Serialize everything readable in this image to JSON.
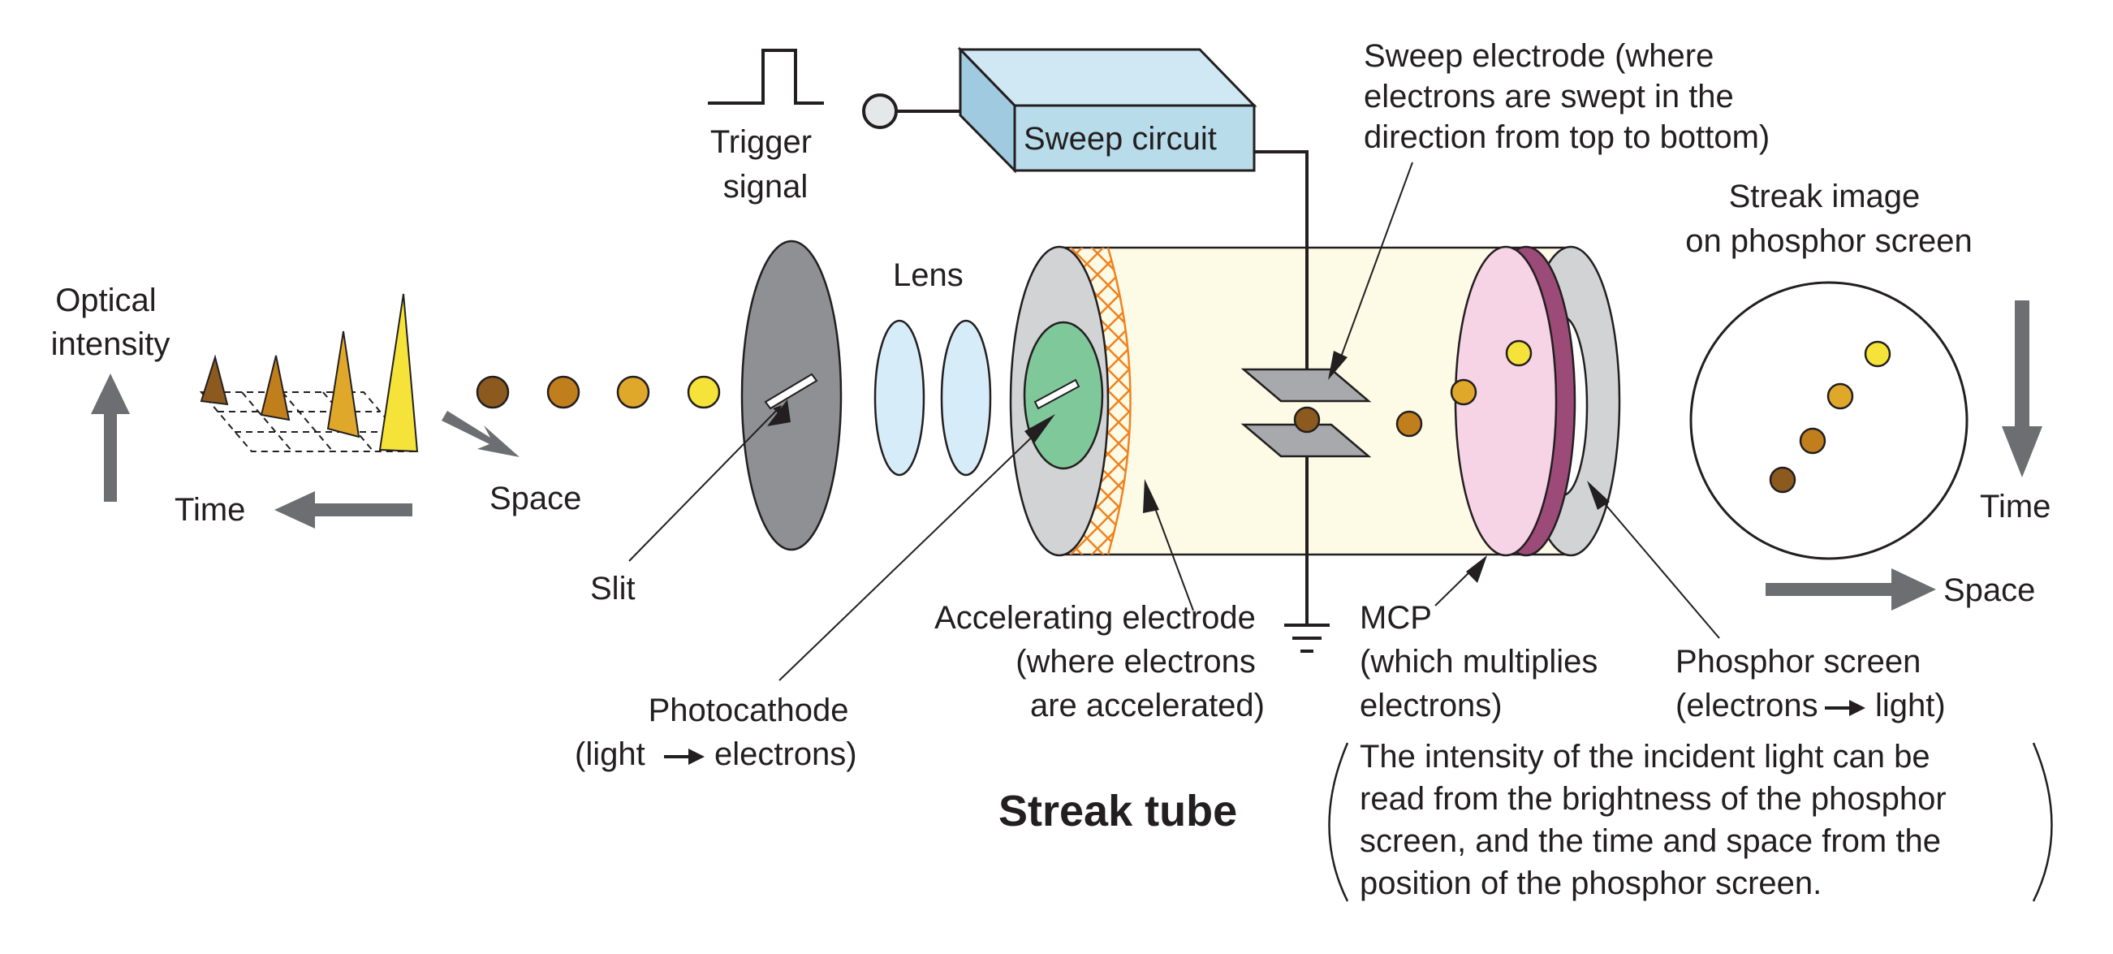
{
  "labels": {
    "optical_intensity": [
      "Optical",
      "intensity"
    ],
    "time_left": "Time",
    "space_left": "Space",
    "trigger_signal": [
      "Trigger",
      "signal"
    ],
    "sweep_circuit": "Sweep circuit",
    "sweep_electrode": [
      "Sweep electrode (where",
      "electrons are swept in the",
      "direction from top to bottom)"
    ],
    "lens": "Lens",
    "slit": "Slit",
    "photocathode": [
      "Photocathode",
      "(light",
      "electrons)"
    ],
    "accelerating_electrode": [
      "Accelerating electrode",
      "(where electrons",
      "are accelerated)"
    ],
    "mcp": [
      "MCP",
      "(which multiplies",
      "electrons)"
    ],
    "phosphor_screen": [
      "Phosphor screen",
      "(electrons",
      "light)"
    ],
    "streak_image": [
      "Streak image",
      "on phosphor screen"
    ],
    "time_right": "Time",
    "space_right": "Space",
    "streak_tube": "Streak tube",
    "note": [
      "The intensity of the incident light can be",
      "read from the brightness of the phosphor",
      "screen, and the time and space from the",
      "position of the phosphor screen."
    ]
  },
  "colors": {
    "dark_brown": "#8c5a1e",
    "brown": "#c07f1c",
    "amber": "#e0a82a",
    "yellow": "#f6e33a",
    "slit_disc": "#8e9094",
    "lens": "#d6ecf8",
    "photocathode": "#7fc89a",
    "tube_body": "#fdfae6",
    "mesh": "#f0821e",
    "mcp": "#f6d3e5",
    "mcp_edge": "#9c4a78",
    "sweep_circuit": "#b8dcea",
    "arrow": "#6d6e71"
  },
  "icons": {
    "trigger_pulse": "square-pulse-icon",
    "input_terminal": "terminal-circle-icon",
    "ground": "ground-symbol-icon"
  }
}
